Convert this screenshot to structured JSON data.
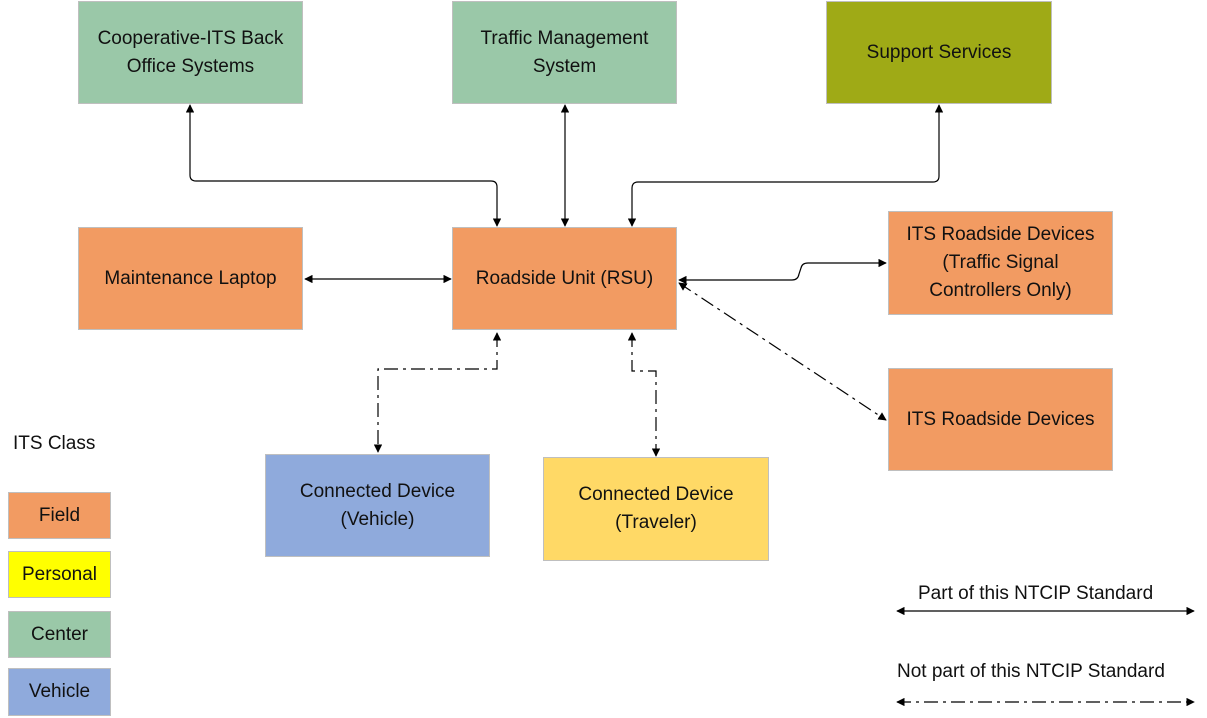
{
  "nodes": {
    "c_its_back_office": {
      "text": "Cooperative-ITS Back\nOffice Systems",
      "class": "center"
    },
    "traffic_management": {
      "text": "Traffic Management\nSystem",
      "class": "center"
    },
    "support_services": {
      "text": "Support Services",
      "class": "support"
    },
    "maintenance_laptop": {
      "text": "Maintenance Laptop",
      "class": "field"
    },
    "rsu": {
      "text": "Roadside Unit (RSU)",
      "class": "field"
    },
    "its_roadside_tsc": {
      "text": "ITS Roadside Devices\n(Traffic Signal\nControllers Only)",
      "class": "field"
    },
    "its_roadside": {
      "text": "ITS Roadside Devices",
      "class": "field"
    },
    "connected_vehicle": {
      "text": "Connected Device\n(Vehicle)",
      "class": "vehicle"
    },
    "connected_traveler": {
      "text": "Connected Device\n(Traveler)",
      "class": "personal"
    }
  },
  "legend": {
    "title": "ITS Class",
    "items": [
      {
        "label": "Field",
        "color": "#F29B62"
      },
      {
        "label": "Personal",
        "color": "#FFFF00"
      },
      {
        "label": "Center",
        "color": "#9AC8A8"
      },
      {
        "label": "Vehicle",
        "color": "#8FAADC"
      }
    ]
  },
  "line_legend": {
    "part": "Part of this NTCIP Standard",
    "not_part": "Not part of this NTCIP Standard"
  },
  "colors": {
    "field": "#F29B62",
    "center": "#9AC8A8",
    "support": "#9FAA16",
    "vehicle": "#8FAADC",
    "personal": "#FFD966",
    "border": "#BFBFBF",
    "line": "#000000"
  }
}
